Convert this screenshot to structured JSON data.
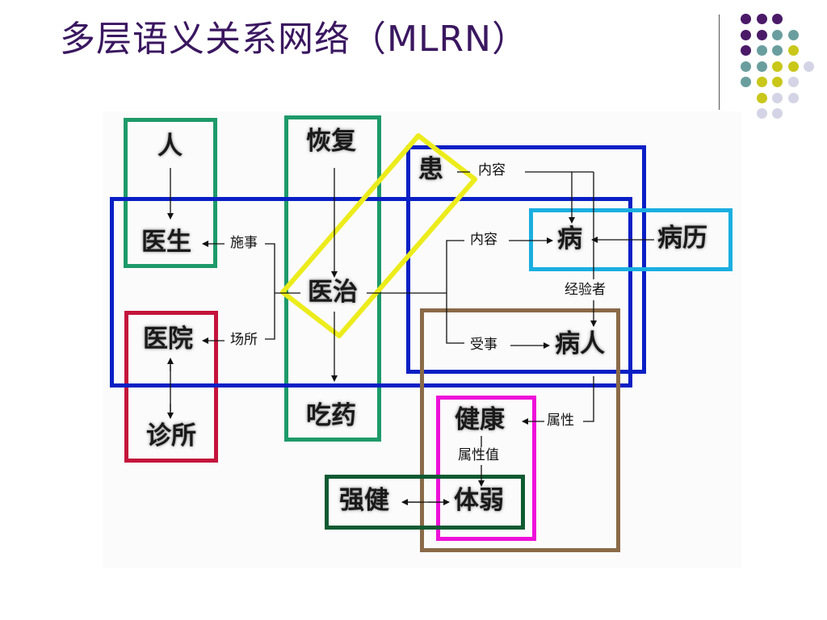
{
  "title": "多层语义关系网络（MLRN）",
  "nodes": {
    "ren": "人",
    "yisheng": "医生",
    "yiyuan": "医院",
    "zhensuo": "诊所",
    "huifu": "恢复",
    "yizhi": "医治",
    "chiyao": "吃药",
    "huan": "患",
    "bing": "病",
    "bingli": "病历",
    "bingren": "病人",
    "jiankang": "健康",
    "tiruo": "体弱",
    "qiangjian": "强健"
  },
  "relations": {
    "shishi": "施事",
    "changsuo": "场所",
    "neirong_top": "内容",
    "neirong_mid": "内容",
    "jingyanzhe": "经验者",
    "shoushi": "受事",
    "shuxing": "属性",
    "shuxingzhi": "属性值"
  },
  "colors": {
    "title": "#3a1760",
    "blue": "#0a1fc4",
    "green": "#1e9a6a",
    "dark_green": "#0f5a32",
    "red": "#c4153c",
    "yellow": "#ecec1c",
    "cyan": "#1aaee0",
    "brown": "#8a6a48",
    "magenta": "#ee10d8",
    "dot_purple": "#4a1a68",
    "dot_teal": "#6a9e9e",
    "dot_olive": "#c9c71a",
    "dot_lilac": "#d4d4e6"
  }
}
